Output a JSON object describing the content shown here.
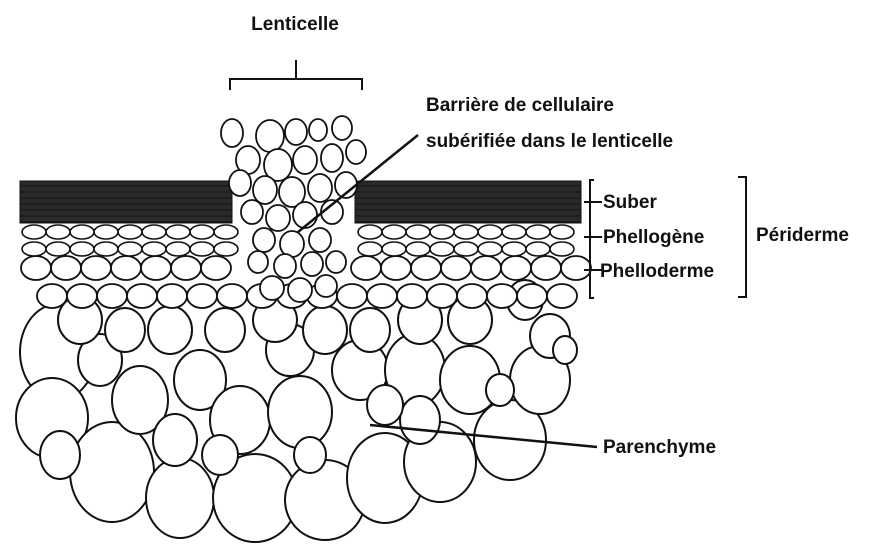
{
  "labels": {
    "lenticelle": "Lenticelle",
    "barriere_line1": "Barrière de cellulaire",
    "barriere_line2": "subérifiée dans le lenticelle",
    "suber": "Suber",
    "phellogene": "Phellogène",
    "phelloderme": "Phelloderme",
    "periderme": "Périderme",
    "parenchyme": "Parenchyme"
  },
  "colors": {
    "ink": "#111111",
    "cell_fill": "#ffffff",
    "suber_dark": "#2a2a2a"
  }
}
